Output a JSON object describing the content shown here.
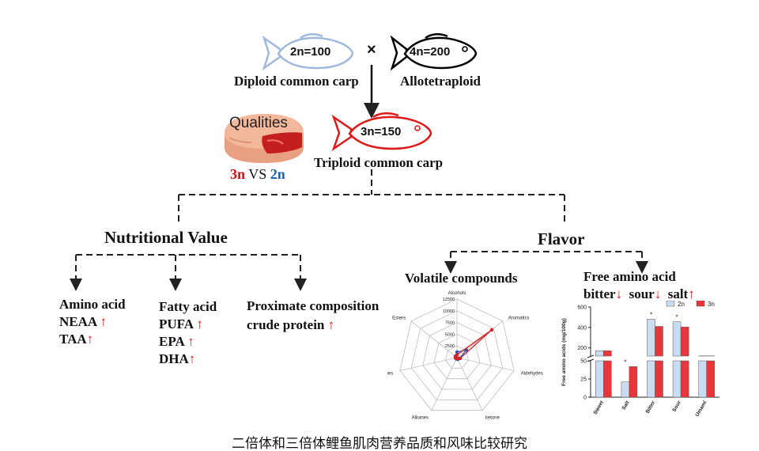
{
  "parents": {
    "diploid": {
      "fish_label": "2n=100",
      "name": "Diploid  common carp",
      "color": "#9fb8dc"
    },
    "cross_symbol": "×",
    "allotetraploid": {
      "fish_label": "4n=200",
      "name": "Allotetraploid",
      "color": "#000000"
    }
  },
  "offspring": {
    "fish_label": "3n=150",
    "name": "Triploid  common carp",
    "color": "#e01818"
  },
  "qualities": {
    "badge": "Qualities",
    "compare_3n": "3n",
    "compare_vs": " VS ",
    "compare_2n": "2n",
    "color_3n": "#d01010",
    "color_2n": "#1f5fb4"
  },
  "nutritional": {
    "title": "Nutritional Value",
    "amino": {
      "heading": "Amino  acid",
      "items": [
        "NEAA",
        "TAA"
      ]
    },
    "fatty": {
      "heading": "Fatty acid",
      "items": [
        "PUFA",
        "EPA",
        "DHA"
      ]
    },
    "proximate": {
      "heading": "Proximate  composition",
      "items": [
        "crude protein"
      ]
    },
    "up_arrow": "↑"
  },
  "flavor": {
    "title": "Flavor",
    "volatile": {
      "title": "Volatile  compounds"
    },
    "free_amino": {
      "title": "Free amino  acid",
      "bitter": "bitter",
      "sour": "sour",
      "salt": "salt",
      "down_arrow": "↓",
      "up_arrow": "↑"
    }
  },
  "caption": "二倍体和三倍体鲤鱼肌肉营养品质和风味比较研究",
  "chart_data": [
    {
      "type": "radar",
      "title": "",
      "axes": [
        "Alcohols",
        "Aromatics",
        "Aldehydes",
        "ketone",
        "Alkanes",
        "Alkenes",
        "Esters"
      ],
      "tick_labels": [
        "2500",
        "5000",
        "7500",
        "10000",
        "12500"
      ],
      "range": [
        0,
        12500
      ],
      "series": [
        {
          "color": "#2a55b8",
          "values": [
            1200,
            2600,
            600,
            400,
            300,
            350,
            450
          ]
        },
        {
          "color": "#d42020",
          "values": [
            600,
            9500,
            700,
            200,
            250,
            300,
            400
          ]
        }
      ]
    },
    {
      "type": "bar",
      "title": "",
      "ylabel": "Free amino acids (mg/100g)",
      "categories": [
        "Sweet",
        "Salt",
        "Bitter",
        "Sour",
        "Umami"
      ],
      "y_ticks": [
        "0",
        "25",
        "50",
        "200",
        "400",
        "600"
      ],
      "axis_break": [
        50,
        120
      ],
      "series": [
        {
          "name": "2n",
          "color": "#c9dcf2",
          "values": [
            172,
            21,
            480,
            455,
            122
          ]
        },
        {
          "name": "3n",
          "color": "#e8363a",
          "values": [
            172,
            42,
            410,
            405,
            122
          ]
        }
      ],
      "significance": [
        "",
        "*",
        "*",
        "*",
        ""
      ],
      "legend_position": "top-right"
    }
  ]
}
